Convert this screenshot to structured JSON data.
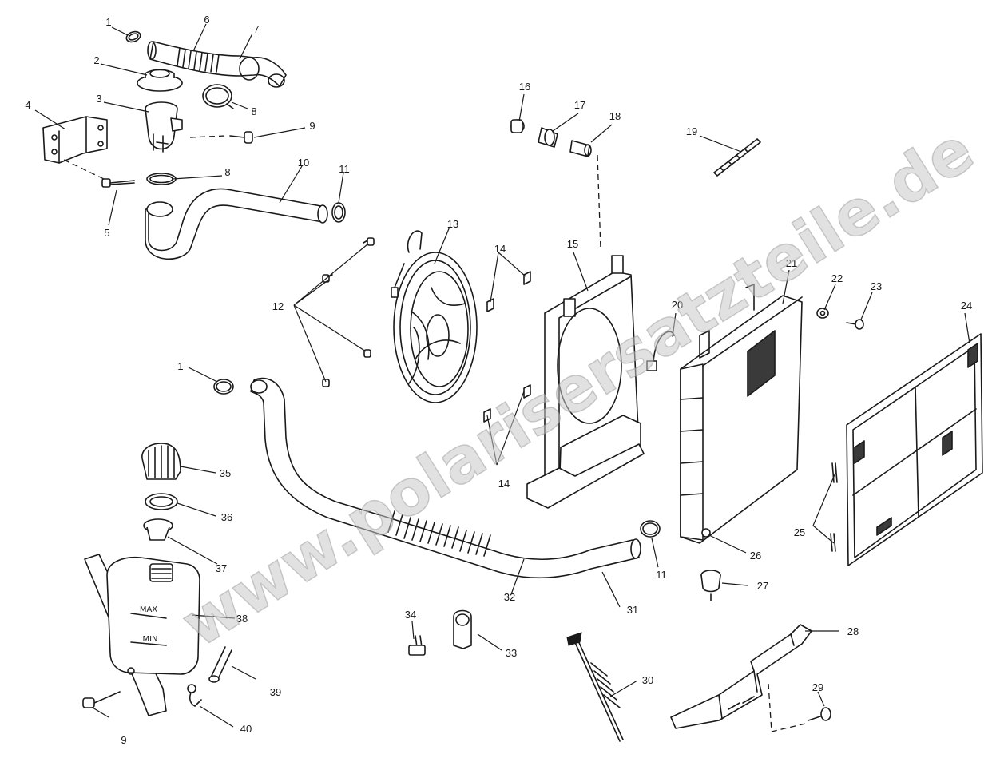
{
  "watermark": "www.polarisersatzteile.de",
  "tank_labels": {
    "max": "MAX",
    "min": "MIN"
  },
  "callouts": {
    "c1a": "1",
    "c2": "2",
    "c3": "3",
    "c4": "4",
    "c5": "5",
    "c6": "6",
    "c7": "7",
    "c8a": "8",
    "c8b": "8",
    "c9a": "9",
    "c10": "10",
    "c11a": "11",
    "c12": "12",
    "c13": "13",
    "c14a": "14",
    "c14b": "14",
    "c15": "15",
    "c16": "16",
    "c17": "17",
    "c18": "18",
    "c19": "19",
    "c20": "20",
    "c21": "21",
    "c22": "22",
    "c23": "23",
    "c24": "24",
    "c25": "25",
    "c26": "26",
    "c27": "27",
    "c28": "28",
    "c29": "29",
    "c30": "30",
    "c31": "31",
    "c32": "32",
    "c33": "33",
    "c34": "34",
    "c35": "35",
    "c36": "36",
    "c37": "37",
    "c38": "38",
    "c39": "39",
    "c40": "40",
    "c1b": "1",
    "c11b": "11",
    "c9b": "9"
  }
}
